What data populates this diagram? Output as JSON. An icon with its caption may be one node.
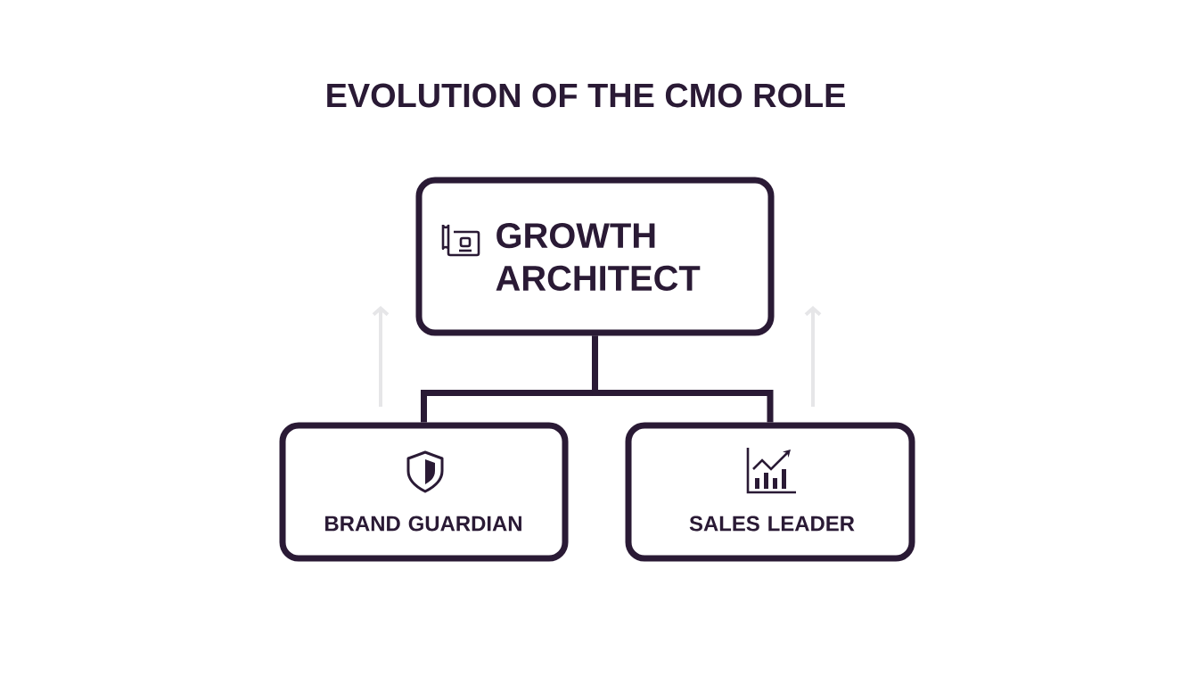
{
  "diagram": {
    "title": "EVOLUTION OF THE CMO ROLE",
    "nodes": [
      {
        "text": [
          "GROWTH ARCHITECT"
        ]
      },
      {
        "text": [
          "BRAND GUARDIAN"
        ]
      },
      {
        "text": [
          "SALES LEADER"
        ]
      }
    ],
    "edges": [
      {
        "from": 0,
        "to": 1,
        "arrow": "none"
      },
      {
        "from": 0,
        "to": 2,
        "arrow": "none"
      }
    ]
  }
}
